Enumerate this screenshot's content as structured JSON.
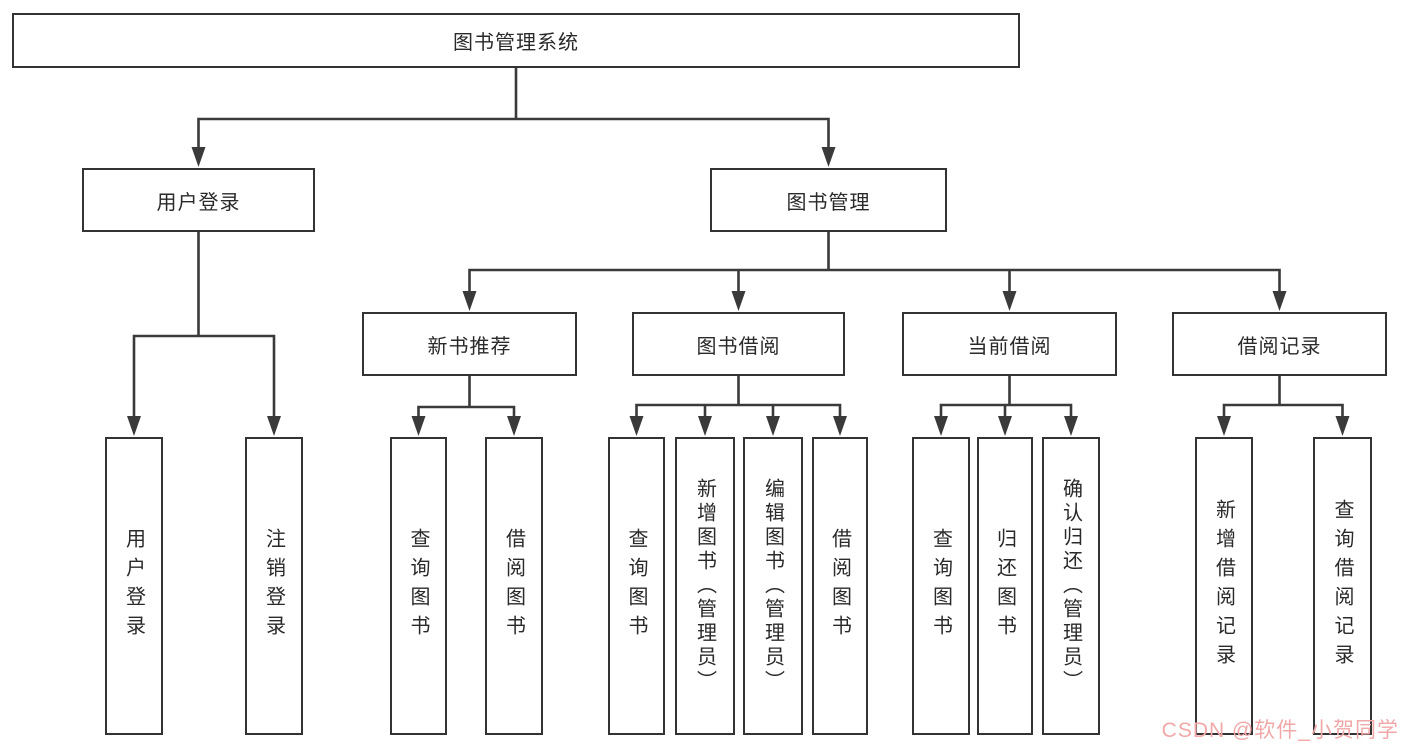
{
  "tree": {
    "label": "图书管理系统",
    "children": [
      {
        "label": "用户登录",
        "children": [
          {
            "label": "用户登录"
          },
          {
            "label": "注销登录"
          }
        ]
      },
      {
        "label": "图书管理",
        "children": [
          {
            "label": "新书推荐",
            "children": [
              {
                "label": "查询图书"
              },
              {
                "label": "借阅图书"
              }
            ]
          },
          {
            "label": "图书借阅",
            "children": [
              {
                "label": "查询图书"
              },
              {
                "label": "新增图书（管理员）"
              },
              {
                "label": "编辑图书（管理员）"
              },
              {
                "label": "借阅图书"
              }
            ]
          },
          {
            "label": "当前借阅",
            "children": [
              {
                "label": "查询图书"
              },
              {
                "label": "归还图书"
              },
              {
                "label": "确认归还（管理员）"
              }
            ]
          },
          {
            "label": "借阅记录",
            "children": [
              {
                "label": "新增借阅记录"
              },
              {
                "label": "查询借阅记录"
              }
            ]
          }
        ]
      }
    ]
  },
  "watermark": {
    "text": "CSDN @软件_小贺同学"
  },
  "colors": {
    "line": "#3a3a3a",
    "box_border": "#333333",
    "text": "#2a2a2a",
    "watermark": "#f0a8a8",
    "background": "#ffffff"
  }
}
